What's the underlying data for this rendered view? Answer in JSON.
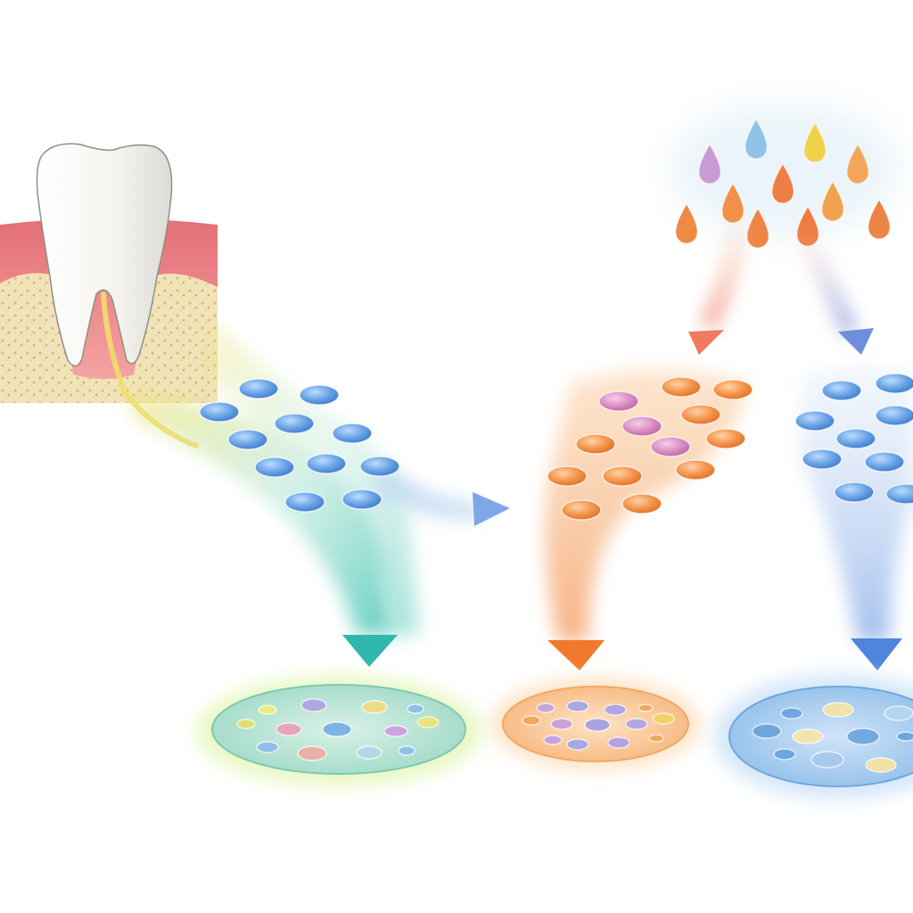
{
  "diagram": {
    "labels": [],
    "colors": {
      "background": "#ffffff",
      "tooth": "#f6f5f1",
      "gum": "#e9868a",
      "bone": "#ecd9a6",
      "pulp": "#f1dd6a",
      "cell_blue": "#5a97dc",
      "cell_orange": "#f08a3c",
      "cell_pink": "#d97fb4",
      "stream_green": "#66cdb4",
      "stream_orange": "#f49a4c",
      "stream_blue": "#7fa7e8",
      "dish_green": "#b8e6d2",
      "dish_orange": "#f8c99a",
      "dish_blue": "#a9cdf2"
    },
    "elements": [
      {
        "name": "tooth-in-gum",
        "kind": "source tissue"
      },
      {
        "name": "blue-cell-cluster",
        "kind": "cells"
      },
      {
        "name": "orange-cell-cluster",
        "kind": "cells"
      },
      {
        "name": "blue-cell-cluster-right",
        "kind": "cells"
      },
      {
        "name": "growth-factor-droplets",
        "kind": "droplets"
      },
      {
        "name": "culture-dish-green",
        "kind": "dish"
      },
      {
        "name": "culture-dish-orange",
        "kind": "dish"
      },
      {
        "name": "culture-dish-blue",
        "kind": "dish"
      }
    ]
  }
}
